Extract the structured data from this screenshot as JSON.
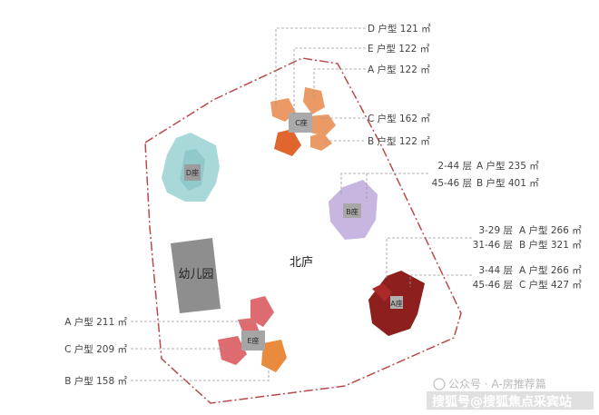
{
  "plan": {
    "site_name": "北庐",
    "kindergarten": "幼儿园",
    "buildings": {
      "a": "A座",
      "b": "B座",
      "c": "C座",
      "d": "D座",
      "e": "E座"
    }
  },
  "units": {
    "c": [
      "D 户型 121 ㎡",
      "E 户型 122 ㎡",
      "A 户型 122 ㎡",
      "C 户型 162 ㎡",
      "B 户型 122 ㎡"
    ],
    "b": [
      {
        "floors": "2-44 层",
        "unit": "A 户型 235 ㎡"
      },
      {
        "floors": "45-46 层",
        "unit": "B 户型 401 ㎡"
      }
    ],
    "a": [
      {
        "floors": "3-29 层",
        "unit": "A 户型 266 ㎡"
      },
      {
        "floors": "31-46 层",
        "unit": "B 户型 321 ㎡"
      },
      {
        "floors": "3-44 层",
        "unit": "A 户型 266 ㎡"
      },
      {
        "floors": "45-46 层",
        "unit": "C 户型 427 ㎡"
      }
    ],
    "e": [
      "A 户型 211 ㎡",
      "C 户型 209 ㎡",
      "B 户型 158 ㎡"
    ]
  },
  "watermark": {
    "account": "公众号 · A-房推荐篇",
    "source": "搜狐号@搜狐焦点采宾站"
  },
  "colors": {
    "boundary": "#b84a4a",
    "building_a": "#8e1f1f",
    "building_b": "#c6b6e0",
    "building_c": "#ec9a65",
    "building_d": "#a9d8d8",
    "building_e": "#de6b6f",
    "kindergarten": "#8e8e8e"
  }
}
